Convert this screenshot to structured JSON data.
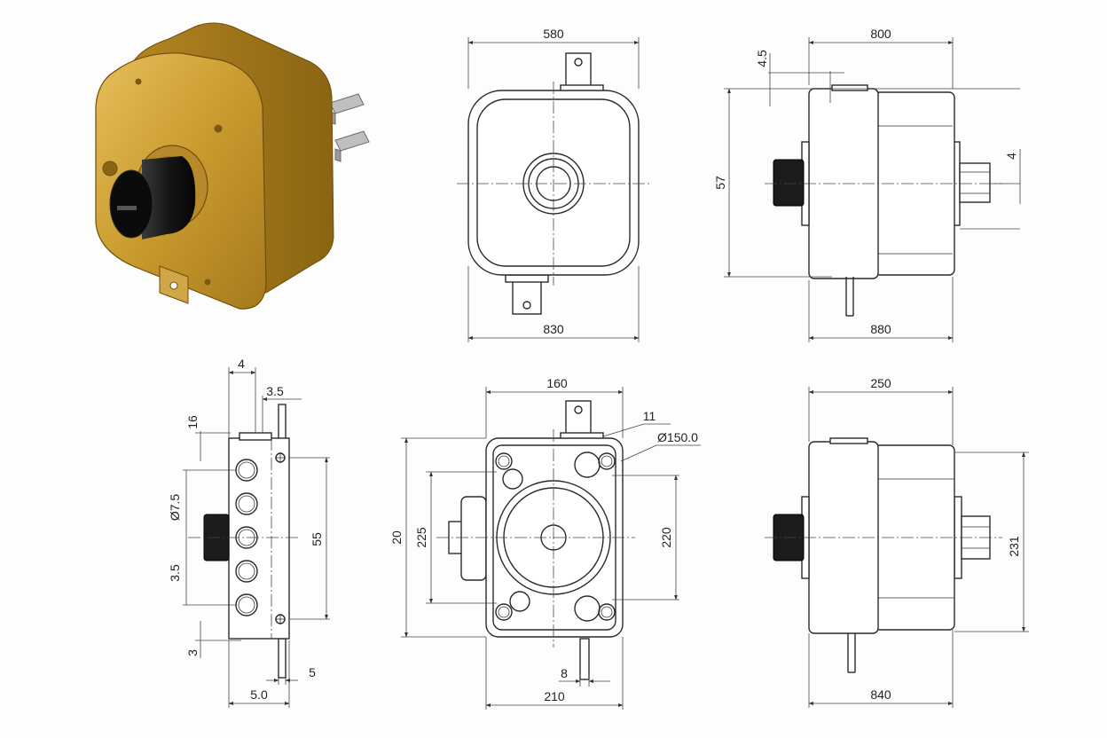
{
  "colors": {
    "brass": "#c99a2e",
    "brass_dark": "#8a6512",
    "knob": "#1c1c1c",
    "line": "#2a2a2a"
  },
  "views": {
    "front": {
      "top_width": "580",
      "bottom_width": "830"
    },
    "side_top": {
      "top_width": "800",
      "bottom_width": "880",
      "top_offset": "4.5",
      "height": "57",
      "shaft": "4"
    },
    "edge": {
      "top": "4",
      "top_inner": "3.5",
      "left_upper": "16",
      "hole_dia": "Ø7.5",
      "pitch": "3.5",
      "height": "55",
      "bottom_left": "3",
      "bottom_width": "5.0",
      "bottom_right": "5"
    },
    "rear": {
      "top_width": "160",
      "tab": "11",
      "circle": "Ø150.0",
      "outer_height": "20",
      "inner_height": "225",
      "right_height": "220",
      "pin": "8",
      "bottom_width": "210"
    },
    "side_bottom": {
      "top_width": "250",
      "height": "231",
      "bottom_width": "840"
    }
  }
}
